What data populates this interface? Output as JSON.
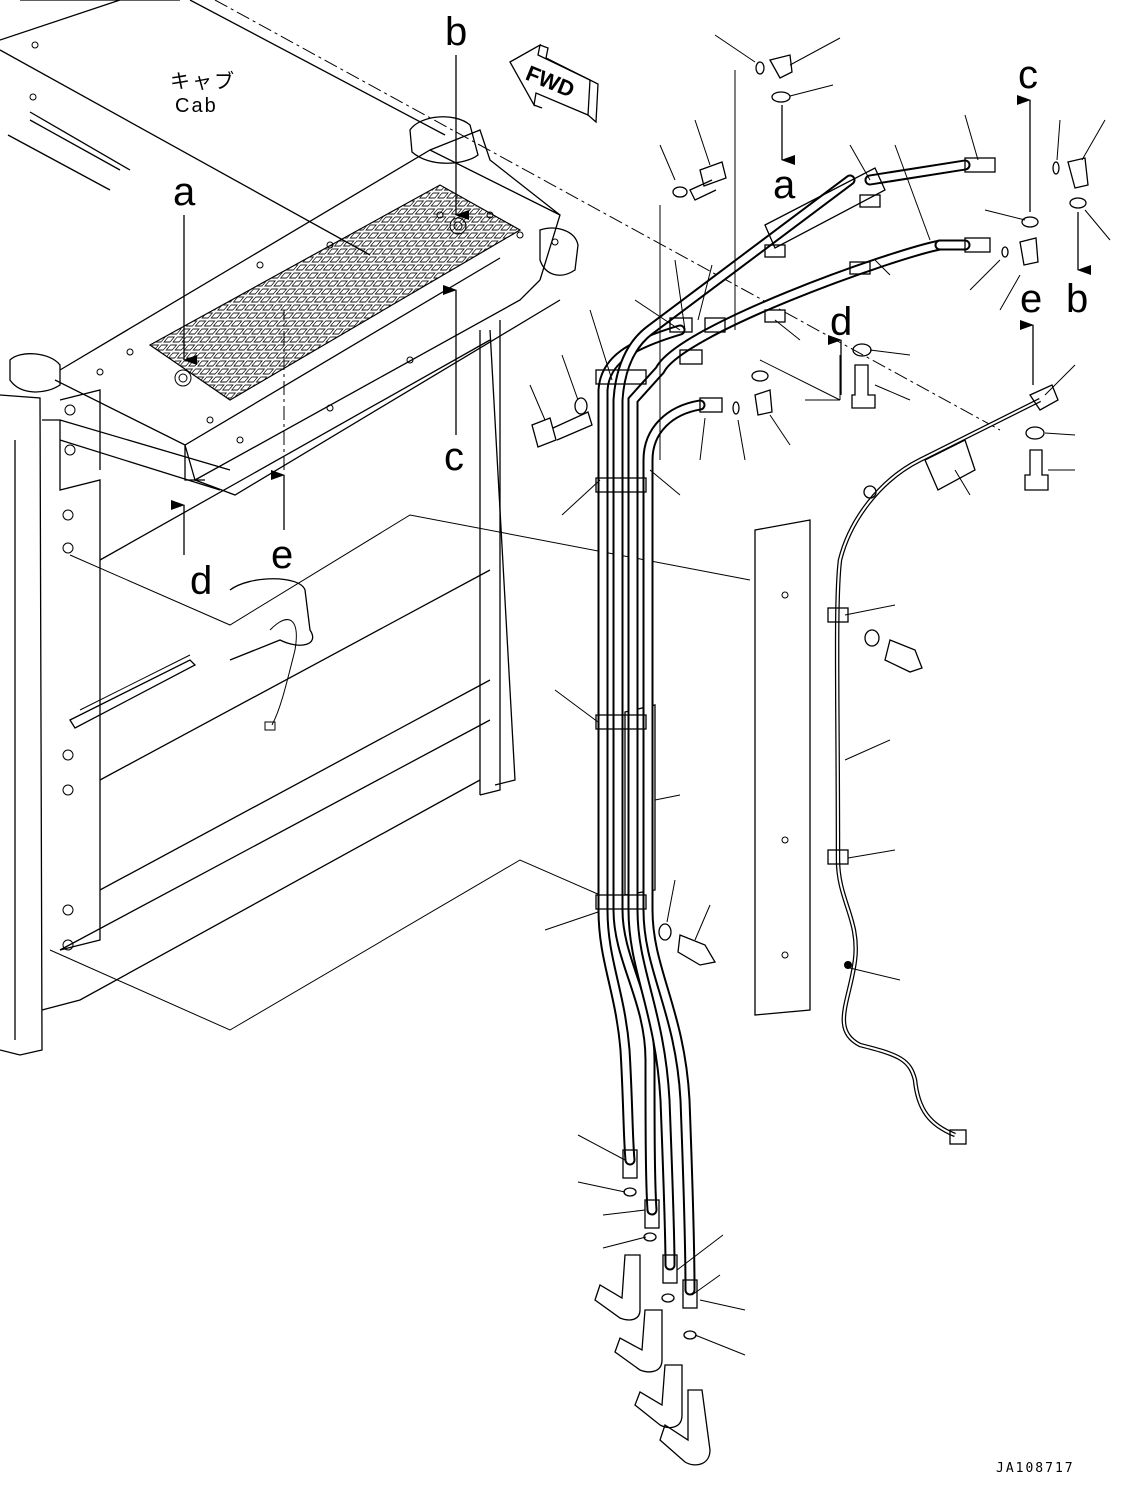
{
  "figure": {
    "code": "JA108717",
    "cab_label_jp": "キャブ",
    "cab_label_en": "Cab",
    "direction_label": "FWD"
  },
  "callouts": [
    {
      "id": "a-upper",
      "text": "a"
    },
    {
      "id": "a-lower",
      "text": "a"
    },
    {
      "id": "b-upper",
      "text": "b"
    },
    {
      "id": "b-lower",
      "text": "b"
    },
    {
      "id": "c-upper",
      "text": "c"
    },
    {
      "id": "c-lower",
      "text": "c"
    },
    {
      "id": "d-upper",
      "text": "d"
    },
    {
      "id": "d-lower",
      "text": "d"
    },
    {
      "id": "e-upper",
      "text": "e"
    },
    {
      "id": "e-lower",
      "text": "e"
    }
  ],
  "colors": {
    "line": "#000000",
    "background": "#ffffff"
  }
}
